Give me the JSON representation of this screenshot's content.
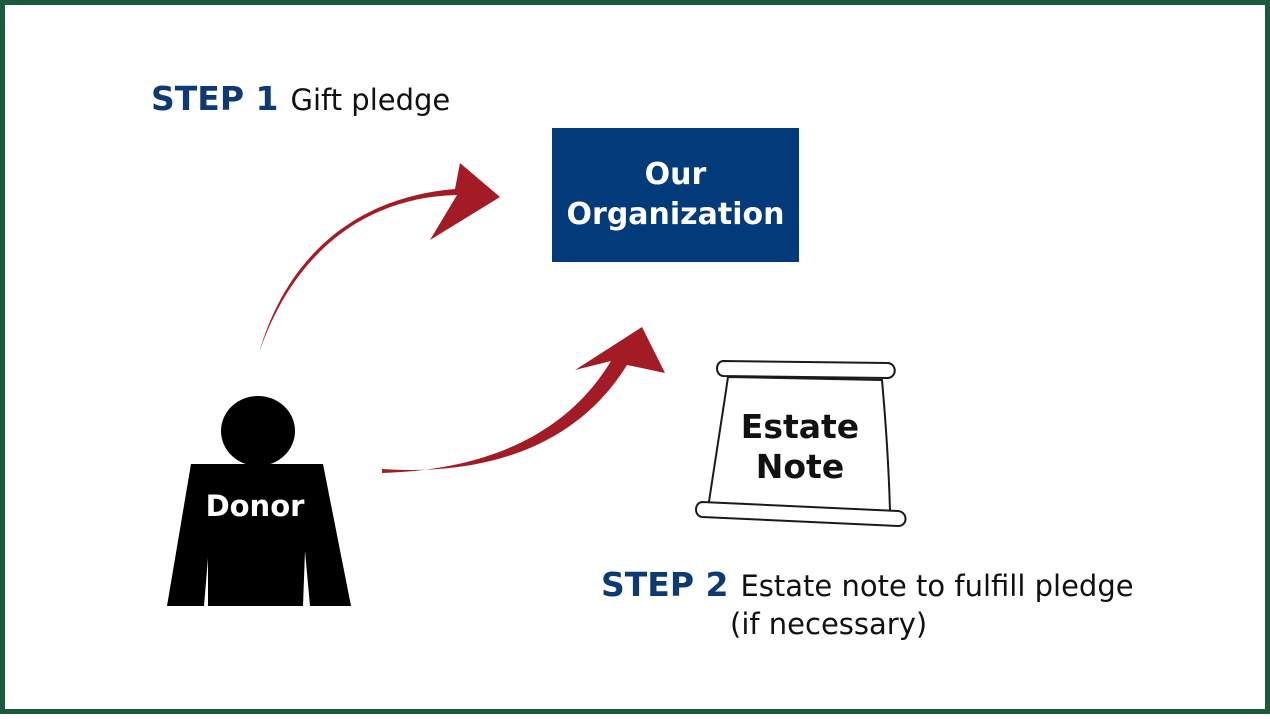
{
  "step1": {
    "number": "STEP 1",
    "text": "Gift pledge"
  },
  "organization": {
    "line1": "Our",
    "line2": "Organization"
  },
  "donor": {
    "label": "Donor"
  },
  "estate_note": {
    "line1": "Estate",
    "line2": "Note"
  },
  "step2": {
    "number": "STEP 2",
    "text_line1": "Estate note to fulfill pledge",
    "text_line2": "(if necessary)"
  },
  "colors": {
    "frame": "#1b5a3c",
    "accent_blue": "#023a7a",
    "arrow_red": "#a31c25",
    "figure": "#000000"
  }
}
